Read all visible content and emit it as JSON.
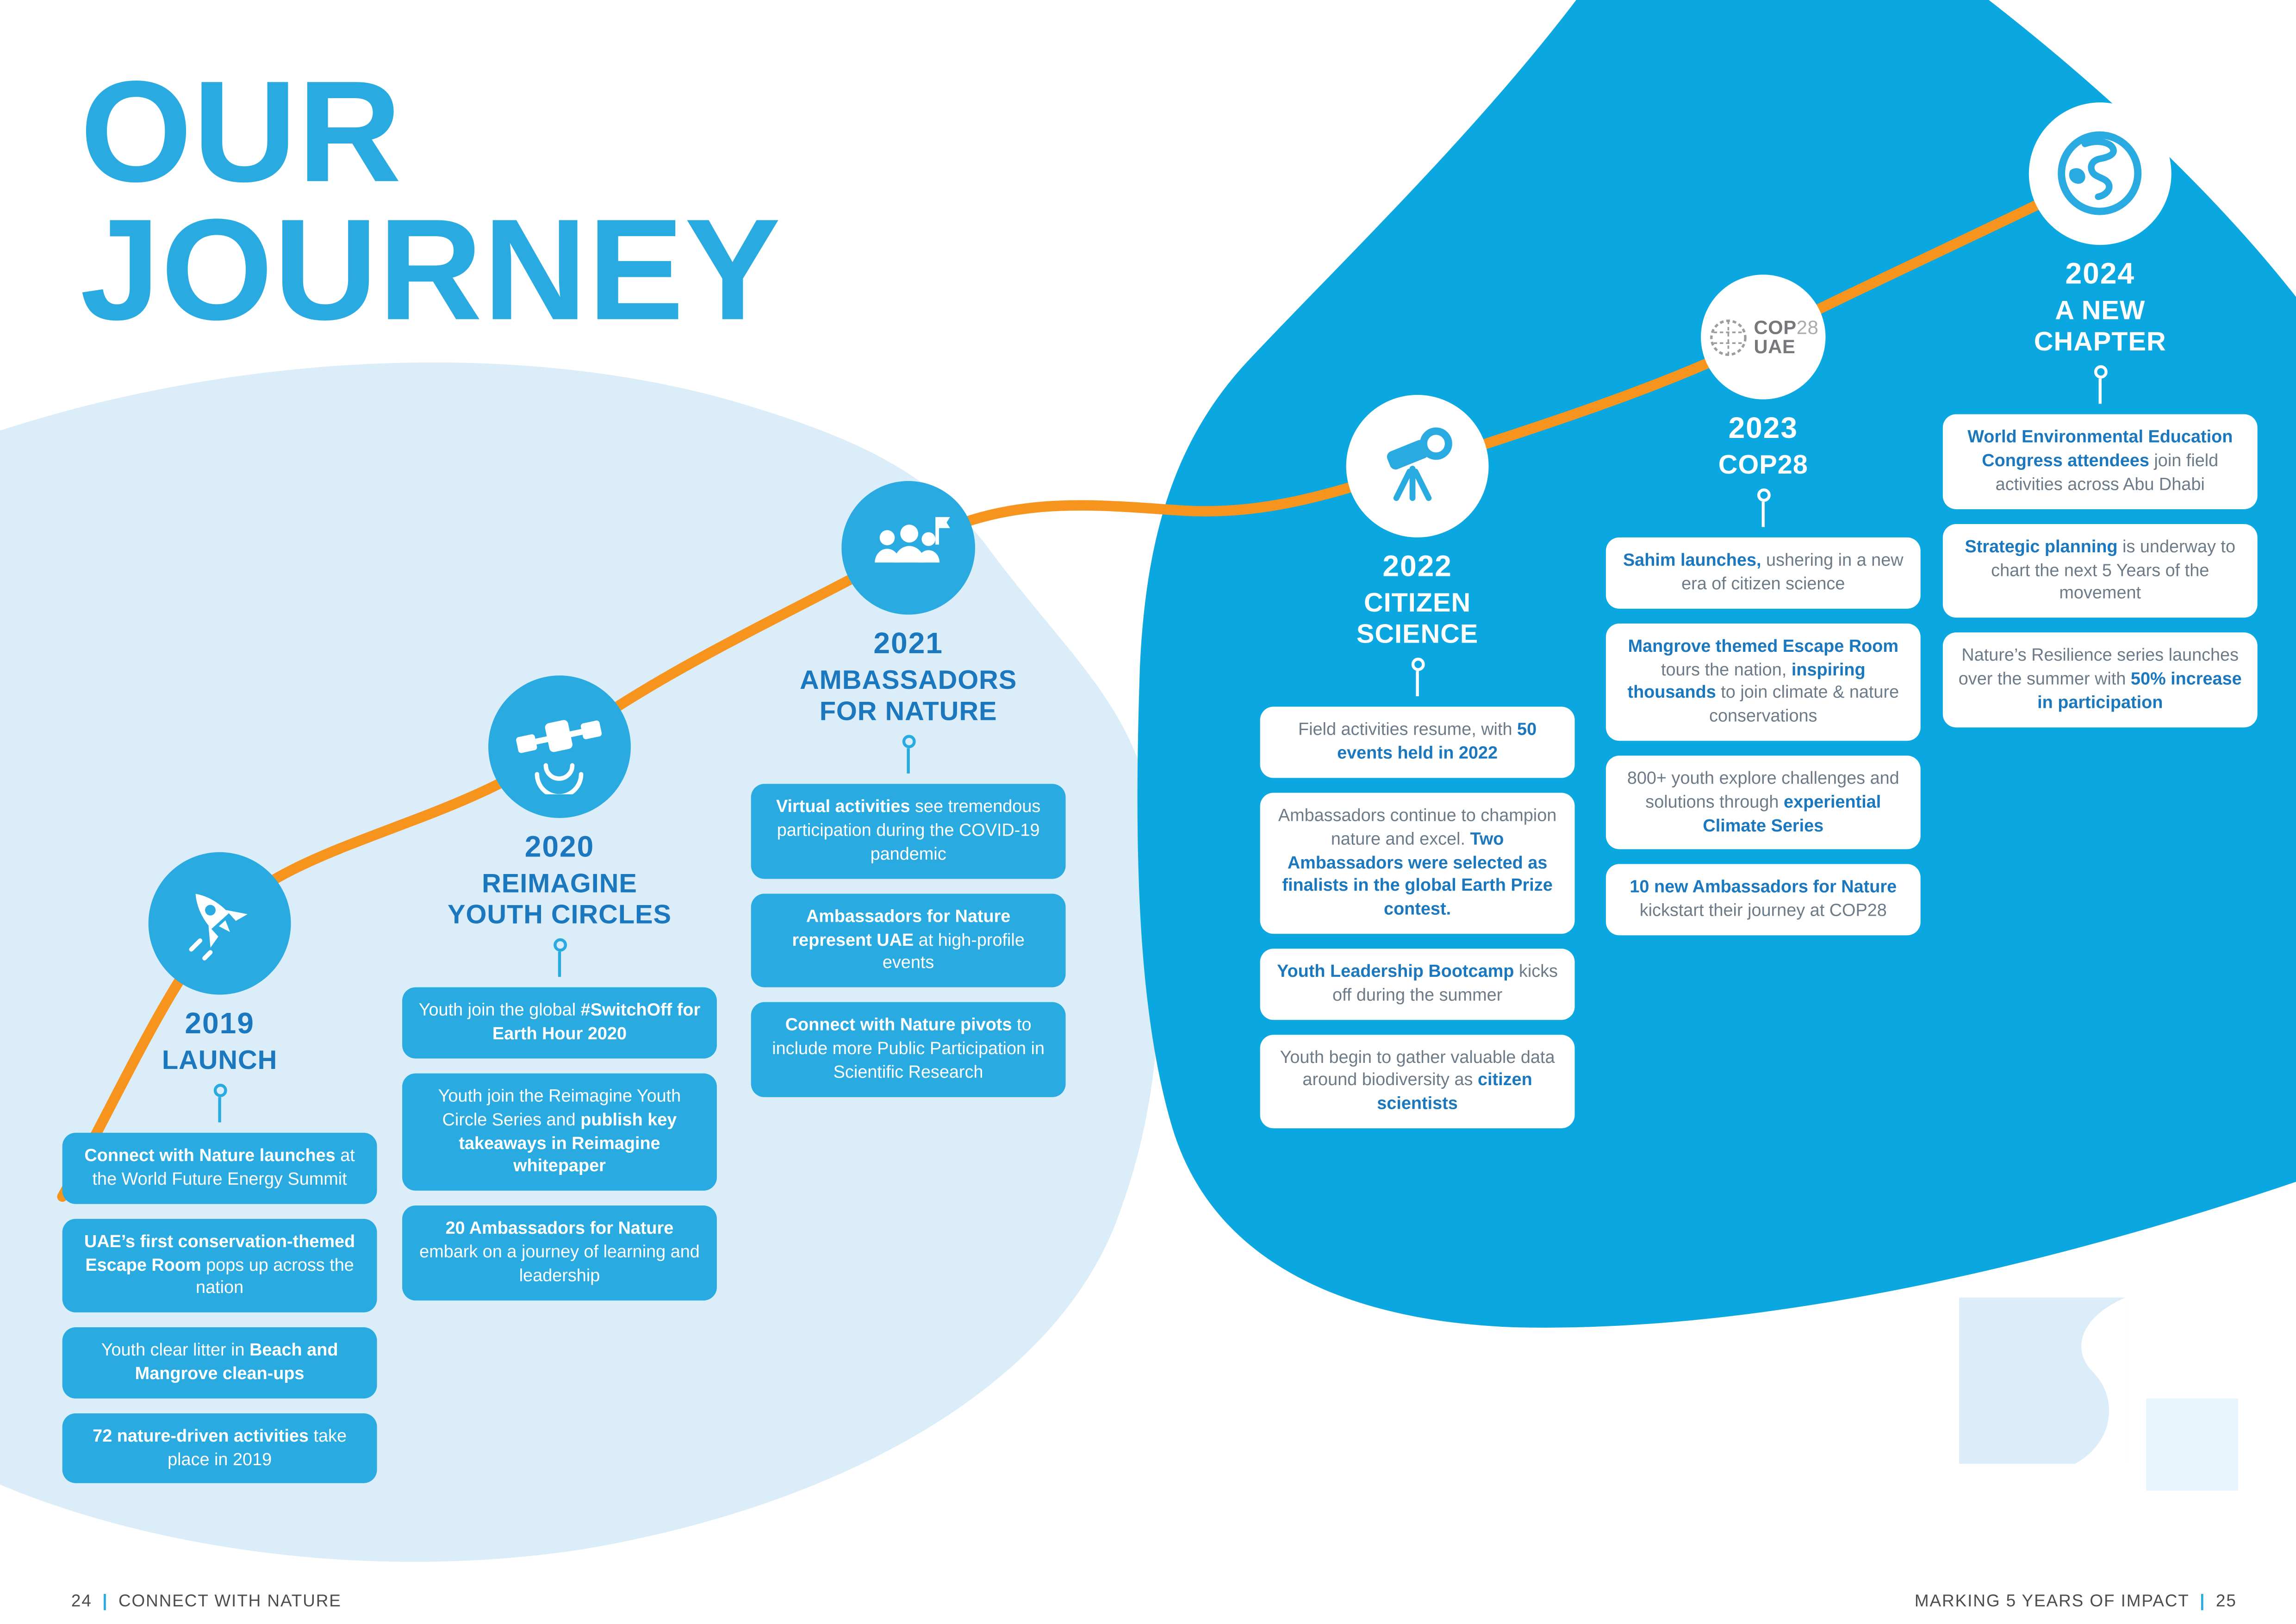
{
  "page": {
    "title_line1": "OUR",
    "title_line2": "JOURNEY",
    "footer_left_page": "24",
    "footer_left_text": "CONNECT WITH NATURE",
    "footer_right_text": "MARKING 5 YEARS OF IMPACT",
    "footer_right_page": "25",
    "separator": "|"
  },
  "colors": {
    "accent_cyan": "#29ABE2",
    "wave_dark": "#0AA7E0",
    "wave_light": "#DBEDF8",
    "orange": "#F7941E",
    "heading_blue": "#1B78BE",
    "card_text": "#6D7B88",
    "footer_text": "#4D4D4F",
    "logo_gray": "#77787B"
  },
  "milestones": [
    {
      "year": "2019",
      "title": "LAUNCH",
      "icon": "rocket-icon",
      "side": "light",
      "cards": [
        {
          "segments": [
            {
              "text": "Connect with Nature launches",
              "bold": true
            },
            {
              "text": " at the World Future Energy Summit",
              "bold": false
            }
          ]
        },
        {
          "segments": [
            {
              "text": "UAE’s first conservation-themed Escape Room",
              "bold": true
            },
            {
              "text": " pops up across the nation",
              "bold": false
            }
          ]
        },
        {
          "segments": [
            {
              "text": "Youth clear litter in ",
              "bold": false
            },
            {
              "text": "Beach and Mangrove clean-ups",
              "bold": true
            }
          ]
        },
        {
          "segments": [
            {
              "text": "72 nature-driven activities",
              "bold": true
            },
            {
              "text": " take place in 2019",
              "bold": false
            }
          ]
        }
      ]
    },
    {
      "year": "2020",
      "title": "REIMAGINE YOUTH CIRCLES",
      "icon": "satellite-icon",
      "side": "light",
      "cards": [
        {
          "segments": [
            {
              "text": "Youth join the global ",
              "bold": false
            },
            {
              "text": "#SwitchOff for Earth Hour 2020",
              "bold": true
            }
          ]
        },
        {
          "segments": [
            {
              "text": "Youth join the Reimagine Youth Circle Series and ",
              "bold": false
            },
            {
              "text": "publish key takeaways in Reimagine whitepaper",
              "bold": true
            }
          ]
        },
        {
          "segments": [
            {
              "text": "20 Ambassadors for Nature",
              "bold": true
            },
            {
              "text": " embark on a journey of learning and leadership",
              "bold": false
            }
          ]
        }
      ]
    },
    {
      "year": "2021",
      "title": "AMBASSADORS FOR NATURE",
      "icon": "ambassadors-icon",
      "side": "light",
      "cards": [
        {
          "segments": [
            {
              "text": "Virtual activities",
              "bold": true
            },
            {
              "text": " see tremendous participation during the COVID-19 pandemic",
              "bold": false
            }
          ]
        },
        {
          "segments": [
            {
              "text": "Ambassadors for Nature represent UAE",
              "bold": true
            },
            {
              "text": " at high-profile events",
              "bold": false
            }
          ]
        },
        {
          "segments": [
            {
              "text": "Connect with Nature pivots",
              "bold": true
            },
            {
              "text": " to include more Public Participation in Scientific Research",
              "bold": false
            }
          ]
        }
      ]
    },
    {
      "year": "2022",
      "title": "CITIZEN SCIENCE",
      "icon": "telescope-icon",
      "side": "dark",
      "cards": [
        {
          "segments": [
            {
              "text": "Field activities resume, with ",
              "bold": false
            },
            {
              "text": "50 events held in 2022",
              "bold": true
            }
          ]
        },
        {
          "segments": [
            {
              "text": "Ambassadors continue to champion nature and excel. ",
              "bold": false
            },
            {
              "text": "Two Ambassadors were selected as finalists in the global Earth Prize contest.",
              "bold": true
            }
          ]
        },
        {
          "segments": [
            {
              "text": "Youth Leadership Bootcamp",
              "bold": true
            },
            {
              "text": " kicks off during the summer",
              "bold": false
            }
          ]
        },
        {
          "segments": [
            {
              "text": "Youth begin to gather valuable data around biodiversity as ",
              "bold": false
            },
            {
              "text": "citizen scientists",
              "bold": true
            }
          ]
        }
      ]
    },
    {
      "year": "2023",
      "title": "COP28",
      "icon": "cop28-logo",
      "side": "dark",
      "icon_text": {
        "line1_strong": "COP",
        "line1_light": "28",
        "line2": "UAE"
      },
      "cards": [
        {
          "segments": [
            {
              "text": "Sahim launches,",
              "bold": true
            },
            {
              "text": " ushering in a new era of citizen science",
              "bold": false
            }
          ]
        },
        {
          "segments": [
            {
              "text": "Mangrove themed Escape Room",
              "bold": true
            },
            {
              "text": " tours the nation, ",
              "bold": false
            },
            {
              "text": "inspiring thousands",
              "bold": true
            },
            {
              "text": " to join climate & nature conservations",
              "bold": false
            }
          ]
        },
        {
          "segments": [
            {
              "text": "800+ youth explore challenges and solutions through ",
              "bold": false
            },
            {
              "text": "experiential Climate Series",
              "bold": true
            }
          ]
        },
        {
          "segments": [
            {
              "text": "10 new Ambassadors for Nature",
              "bold": true
            },
            {
              "text": " kickstart their journey at COP28",
              "bold": false
            }
          ]
        }
      ]
    },
    {
      "year": "2024",
      "title": "A NEW CHAPTER",
      "icon": "globe-icon",
      "side": "dark",
      "cards": [
        {
          "segments": [
            {
              "text": "World Environmental Education Congress attendees",
              "bold": true
            },
            {
              "text": " join field activities across Abu Dhabi",
              "bold": false
            }
          ]
        },
        {
          "segments": [
            {
              "text": "Strategic planning",
              "bold": true
            },
            {
              "text": " is underway to chart the next 5 Years of the movement",
              "bold": false
            }
          ]
        },
        {
          "segments": [
            {
              "text": "Nature’s Resilience series launches over the summer with ",
              "bold": false
            },
            {
              "text": "50% increase in participation",
              "bold": true
            }
          ]
        }
      ]
    }
  ]
}
